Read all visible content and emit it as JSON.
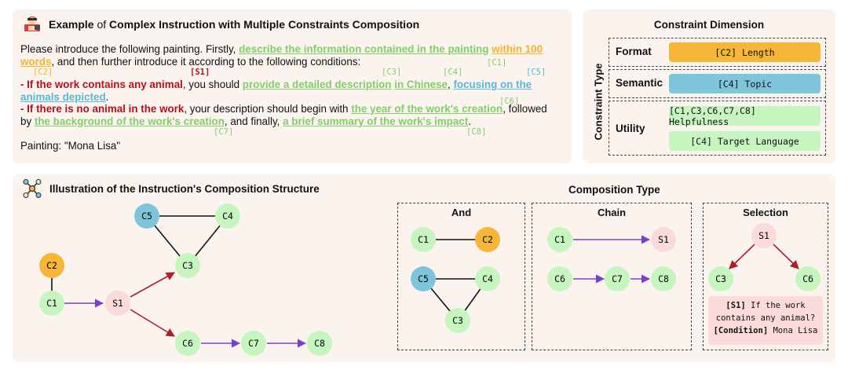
{
  "example": {
    "title_pre": "Example ",
    "title_of": "of",
    "title_post": " Complex Instruction with Multiple Constraints Composition",
    "line1_a": "Please introduce the following painting. Firstly, ",
    "line1_b": "describe the information contained in the painting",
    "line1_c": " ",
    "line1_d": "within 100",
    "line2_a": "words",
    "line2_b": ", and then further introduce it according to the following conditions:",
    "tag_c1": "[C1]",
    "tag_c2": "[C2]",
    "tag_s1": "[S1]",
    "tag_c3": "[C3]",
    "tag_c4": "[C4]",
    "tag_c5": "[C5]",
    "line3_a": "- If the work contains any animal",
    "line3_b": ", you should ",
    "line3_c": "provide a detailed description",
    "line3_d": " ",
    "line3_e": "in Chinese",
    "line3_f": ", ",
    "line3_g": "focusing on the",
    "line4_a": "animals depicted",
    "line4_b": ".",
    "tag_c6": "[C6]",
    "line5_a": "- If there is no animal in the work",
    "line5_b": ", your description should begin with ",
    "line5_c": "the year of the work's creation",
    "line5_d": ", followed",
    "line6_a": "by ",
    "line6_b": "the background of the work's creation",
    "line6_c": ", and finally, ",
    "line6_d": "a brief summary of the work's impact",
    "line6_e": ".",
    "tag_c7": "[C7]",
    "tag_c8": "[C8]",
    "painting": "Painting: \"Mona Lisa\""
  },
  "dimension": {
    "title": "Constraint Dimension",
    "axis_label": "Constraint Type",
    "rows": [
      {
        "label": "Format",
        "pills": [
          "[C2] Length"
        ]
      },
      {
        "label": "Semantic",
        "pills": [
          "[C4] Topic"
        ]
      },
      {
        "label": "Utility",
        "pills": [
          "[C1,C3,C6,C7,C8] Helpfulness",
          "[C4] Target Language"
        ]
      }
    ]
  },
  "structure": {
    "title": "Illustration of the Instruction's Composition Structure"
  },
  "composition": {
    "title": "Composition Type",
    "and_title": "And",
    "chain_title": "Chain",
    "selection_title": "Selection",
    "sel_s1_tag": "[S1]",
    "sel_s1_text_1": " If the work",
    "sel_s1_text_2": "contains any animal?",
    "sel_cond_tag": "[Condition]",
    "sel_cond_text": " Mona Lisa"
  },
  "colors": {
    "green": "#c6f5c0",
    "orange": "#f7b637",
    "blue": "#7ec5dc",
    "pink": "#fadadb",
    "purple_edge": "#7a3fd0",
    "red_edge": "#b11c28"
  }
}
